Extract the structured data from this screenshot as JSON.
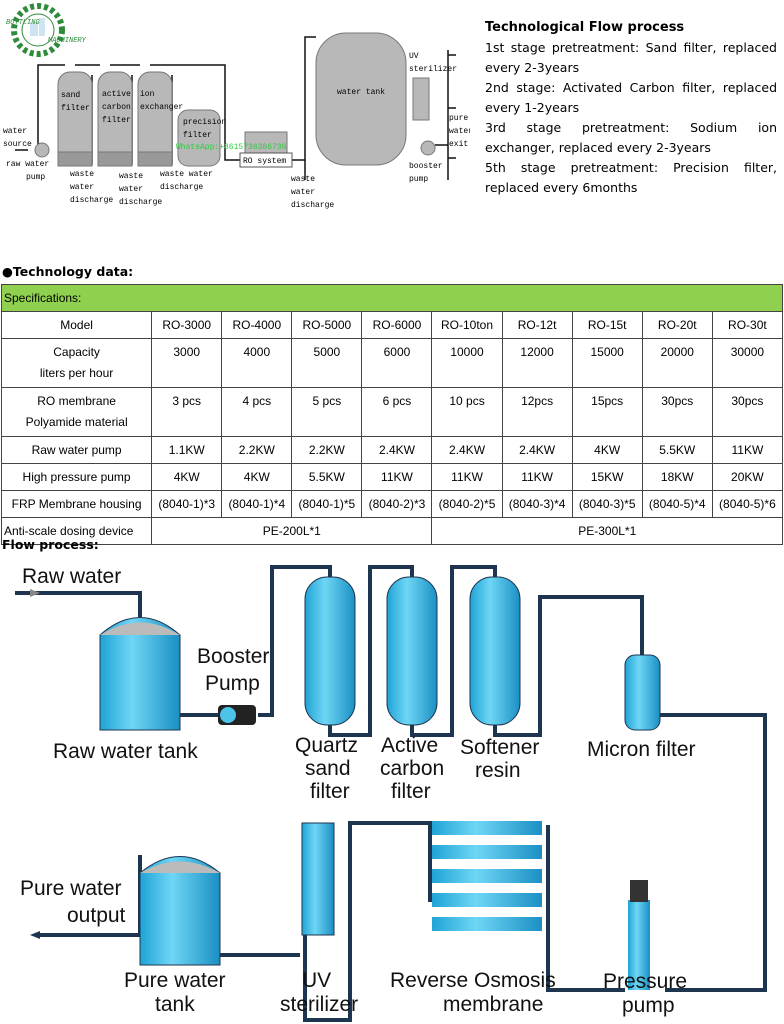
{
  "top_diagram": {
    "logo_text": [
      "BOTTLING",
      "MACHINERY"
    ],
    "watermark": "WhatsApp:+8615736386736",
    "labels": {
      "water_source": [
        "water",
        "source"
      ],
      "raw_water_pump": [
        "raw water",
        "pump"
      ],
      "sand_filter": [
        "sand",
        "filter"
      ],
      "active_carbon_filter": [
        "active",
        "carbon",
        "filter"
      ],
      "ion_exchanger": [
        "ion",
        "exchanger"
      ],
      "precision_filter": [
        "precision",
        "filter"
      ],
      "ro_system": "RO system",
      "water_tank": "water tank",
      "uv_sterilizer": [
        "UV",
        "sterilizer"
      ],
      "pure_water_exit": [
        "pure",
        "water",
        "exit"
      ],
      "booster_pump": [
        "booster",
        "pump"
      ],
      "waste1": [
        "waste",
        "water",
        "discharge"
      ],
      "waste2": [
        "waste",
        "water",
        "discharge"
      ],
      "waste3": [
        "waste water",
        "discharge"
      ],
      "waste4": [
        "waste",
        "water",
        "discharge"
      ]
    }
  },
  "flow_text": {
    "title": "Technological Flow process",
    "items": [
      "1st stage pretreatment: Sand filter, replaced every 2-3years",
      "2nd stage: Activated Carbon filter, replaced every 1-2years",
      "3rd stage pretreatment: Sodium ion exchanger, replaced every 2-3years",
      "5th stage pretreatment: Precision filter, replaced every 6months"
    ]
  },
  "tech": {
    "title": "●Technology data:",
    "spec_header": "Specifications:",
    "rows": [
      {
        "label": [
          "Model"
        ],
        "values": [
          "RO-3000",
          "RO-4000",
          "RO-5000",
          "RO-6000",
          "RO-10ton",
          "RO-12t",
          "RO-15t",
          "RO-20t",
          "RO-30t"
        ]
      },
      {
        "label": [
          "Capacity",
          "liters per hour"
        ],
        "values": [
          "3000",
          "4000",
          "5000",
          "6000",
          "10000",
          "12000",
          "15000",
          "20000",
          "30000"
        ]
      },
      {
        "label": [
          "RO membrane",
          "Polyamide material"
        ],
        "values": [
          "3 pcs",
          "4 pcs",
          "5 pcs",
          "6 pcs",
          "10 pcs",
          "12pcs",
          "15pcs",
          "30pcs",
          "30pcs"
        ]
      },
      {
        "label": [
          "Raw water pump"
        ],
        "values": [
          "1.1KW",
          "2.2KW",
          "2.2KW",
          "2.4KW",
          "2.4KW",
          "2.4KW",
          "4KW",
          "5.5KW",
          "11KW"
        ]
      },
      {
        "label": [
          "High pressure pump"
        ],
        "values": [
          "4KW",
          "4KW",
          "5.5KW",
          "11KW",
          "11KW",
          "11KW",
          "15KW",
          "18KW",
          "20KW"
        ]
      },
      {
        "label": [
          "FRP Membrane housing"
        ],
        "values": [
          "(8040-1)*3",
          "(8040-1)*4",
          "(8040-1)*5",
          "(8040-2)*3",
          "(8040-2)*5",
          "(8040-3)*4",
          "(8040-3)*5",
          "(8040-5)*4",
          "(8040-5)*6"
        ]
      }
    ],
    "dosing": {
      "label": "Anti-scale dosing device",
      "values": [
        "PE-200L*1",
        "PE-300L*1"
      ]
    },
    "header_color": "#8fd14f"
  },
  "flow": {
    "title": "Flow process:",
    "raw_water": "Raw water",
    "raw_water_tank": "Raw water tank",
    "booster_pump": [
      "Booster",
      "Pump"
    ],
    "quartz": [
      "Quartz",
      "sand",
      "filter"
    ],
    "carbon": [
      "Active",
      "carbon",
      "filter"
    ],
    "softener": [
      "Softener",
      "resin"
    ],
    "micron": "Micron filter",
    "pure_output": [
      "Pure water",
      "output"
    ],
    "pure_tank": [
      "Pure water",
      "tank"
    ],
    "uv": [
      "UV",
      "sterilizer"
    ],
    "ro": [
      "Reverse Osmosis",
      "membrane"
    ],
    "pressure_pump": [
      "Pressure",
      "pump"
    ],
    "tank_color": "#4cc4ea",
    "pipe_color": "#1e3550"
  }
}
